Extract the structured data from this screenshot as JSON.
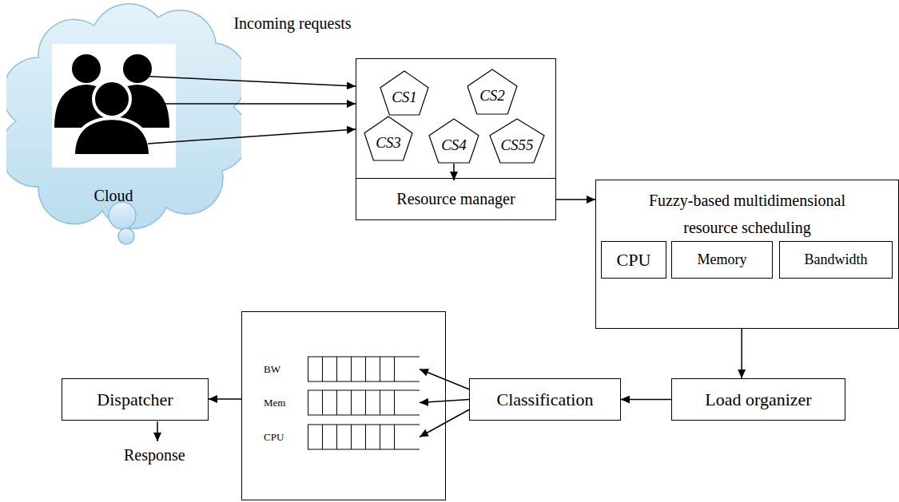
{
  "diagram": {
    "nodes": [
      {
        "text": [
          "Cloud"
        ]
      },
      {
        "text": [
          "Resource manager"
        ]
      },
      {
        "text": [
          "CS1"
        ],
        "in": 1
      },
      {
        "text": [
          "CS2"
        ],
        "in": 1
      },
      {
        "text": [
          "CS3"
        ],
        "in": 1
      },
      {
        "text": [
          "CS4"
        ],
        "in": 1
      },
      {
        "text": [
          "CS55"
        ],
        "in": 1
      },
      {
        "text": [
          "Fuzzy-based multidimensional resource scheduling"
        ]
      },
      {
        "text": [
          "CPU"
        ],
        "in": 7
      },
      {
        "text": [
          "Memory"
        ],
        "in": 7
      },
      {
        "text": [
          "Bandwidth"
        ],
        "in": 7
      },
      {
        "text": [
          "Load organizer"
        ]
      },
      {
        "text": [
          "Classification"
        ]
      },
      {
        "text": []
      },
      {
        "text": [
          "BW"
        ],
        "in": 13
      },
      {
        "text": [
          "Mem"
        ],
        "in": 13
      },
      {
        "text": [
          "CPU"
        ],
        "in": 13
      },
      {
        "text": [
          "Dispatcher"
        ]
      }
    ],
    "edges": [
      {
        "from": 0,
        "to": 1,
        "arrow": "to"
      },
      {
        "from": 0,
        "to": 1,
        "arrow": "to"
      },
      {
        "from": 0,
        "to": 1,
        "arrow": "to"
      },
      {
        "from": 5,
        "to": 1,
        "arrow": "to"
      },
      {
        "from": 1,
        "to": 7,
        "arrow": "to"
      },
      {
        "from": 7,
        "to": 11,
        "arrow": "to"
      },
      {
        "from": 11,
        "to": 12,
        "arrow": "to"
      },
      {
        "from": 12,
        "to": 14,
        "arrow": "to"
      },
      {
        "from": 12,
        "to": 15,
        "arrow": "to"
      },
      {
        "from": 12,
        "to": 16,
        "arrow": "to"
      },
      {
        "from": 13,
        "to": 17,
        "arrow": "to"
      }
    ],
    "labels": [
      "Incoming requests",
      "Response"
    ]
  }
}
